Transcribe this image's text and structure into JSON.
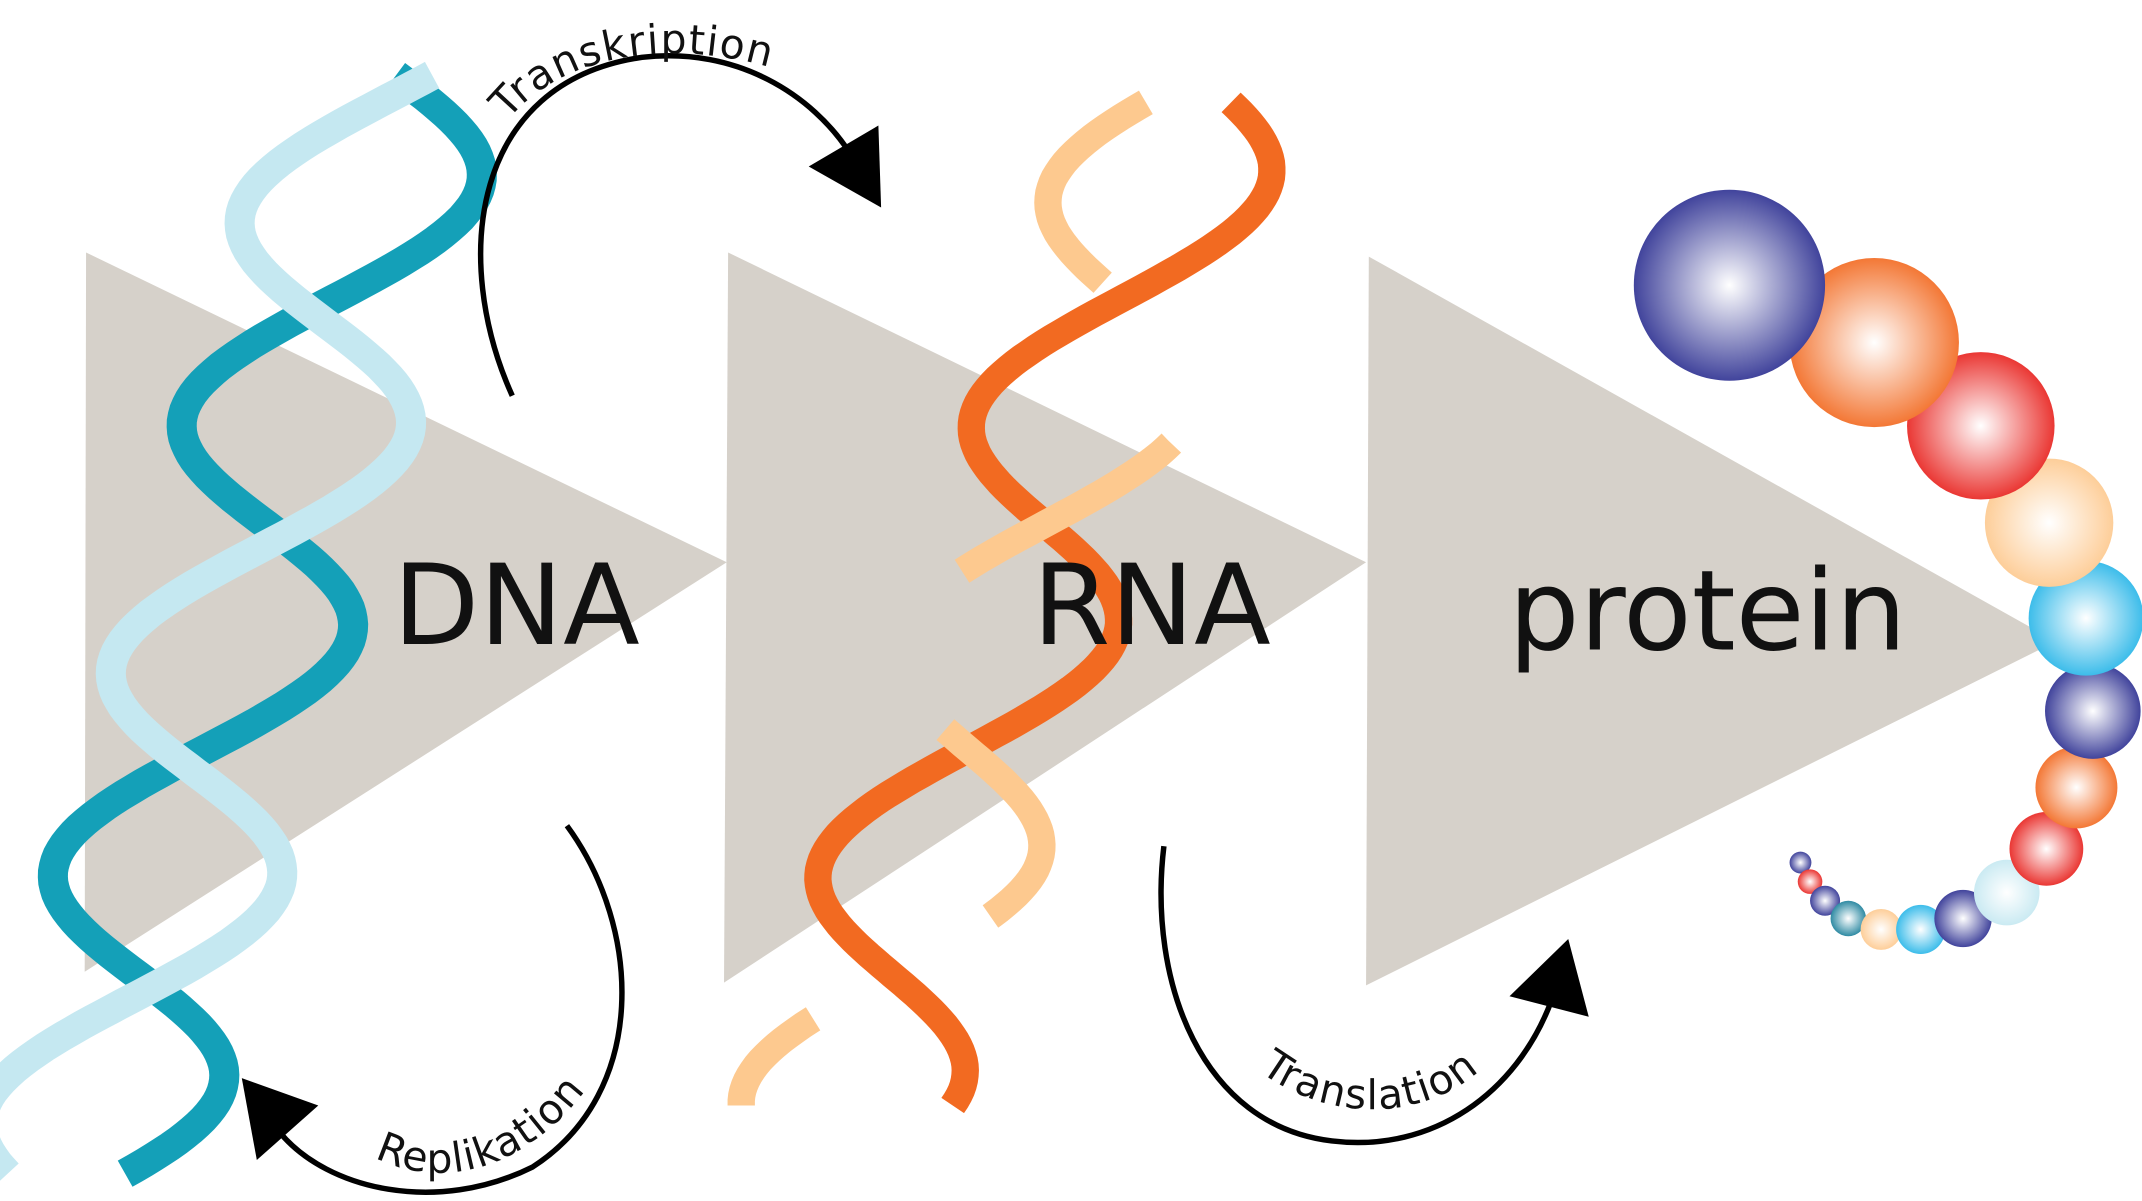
{
  "labels": {
    "dna": "DNA",
    "rna": "RNA",
    "protein": "protein"
  },
  "processes": {
    "transcription": "Transkription",
    "replication": "Replikation",
    "translation": "Translation"
  },
  "colors": {
    "triangle": "#d6d1ca",
    "dna_dark": "#14a0b8",
    "dna_light": "#c5e8f1",
    "rna_dark": "#f26a21",
    "rna_light": "#fdc98f",
    "bead_navy": "#2e3192",
    "bead_orange": "#f26a21",
    "bead_red": "#e8231f",
    "bead_peach": "#fdc98f",
    "bead_sky": "#29b6e8",
    "bead_lightblue": "#c5e8f1",
    "bead_teal": "#1a7f9a"
  }
}
